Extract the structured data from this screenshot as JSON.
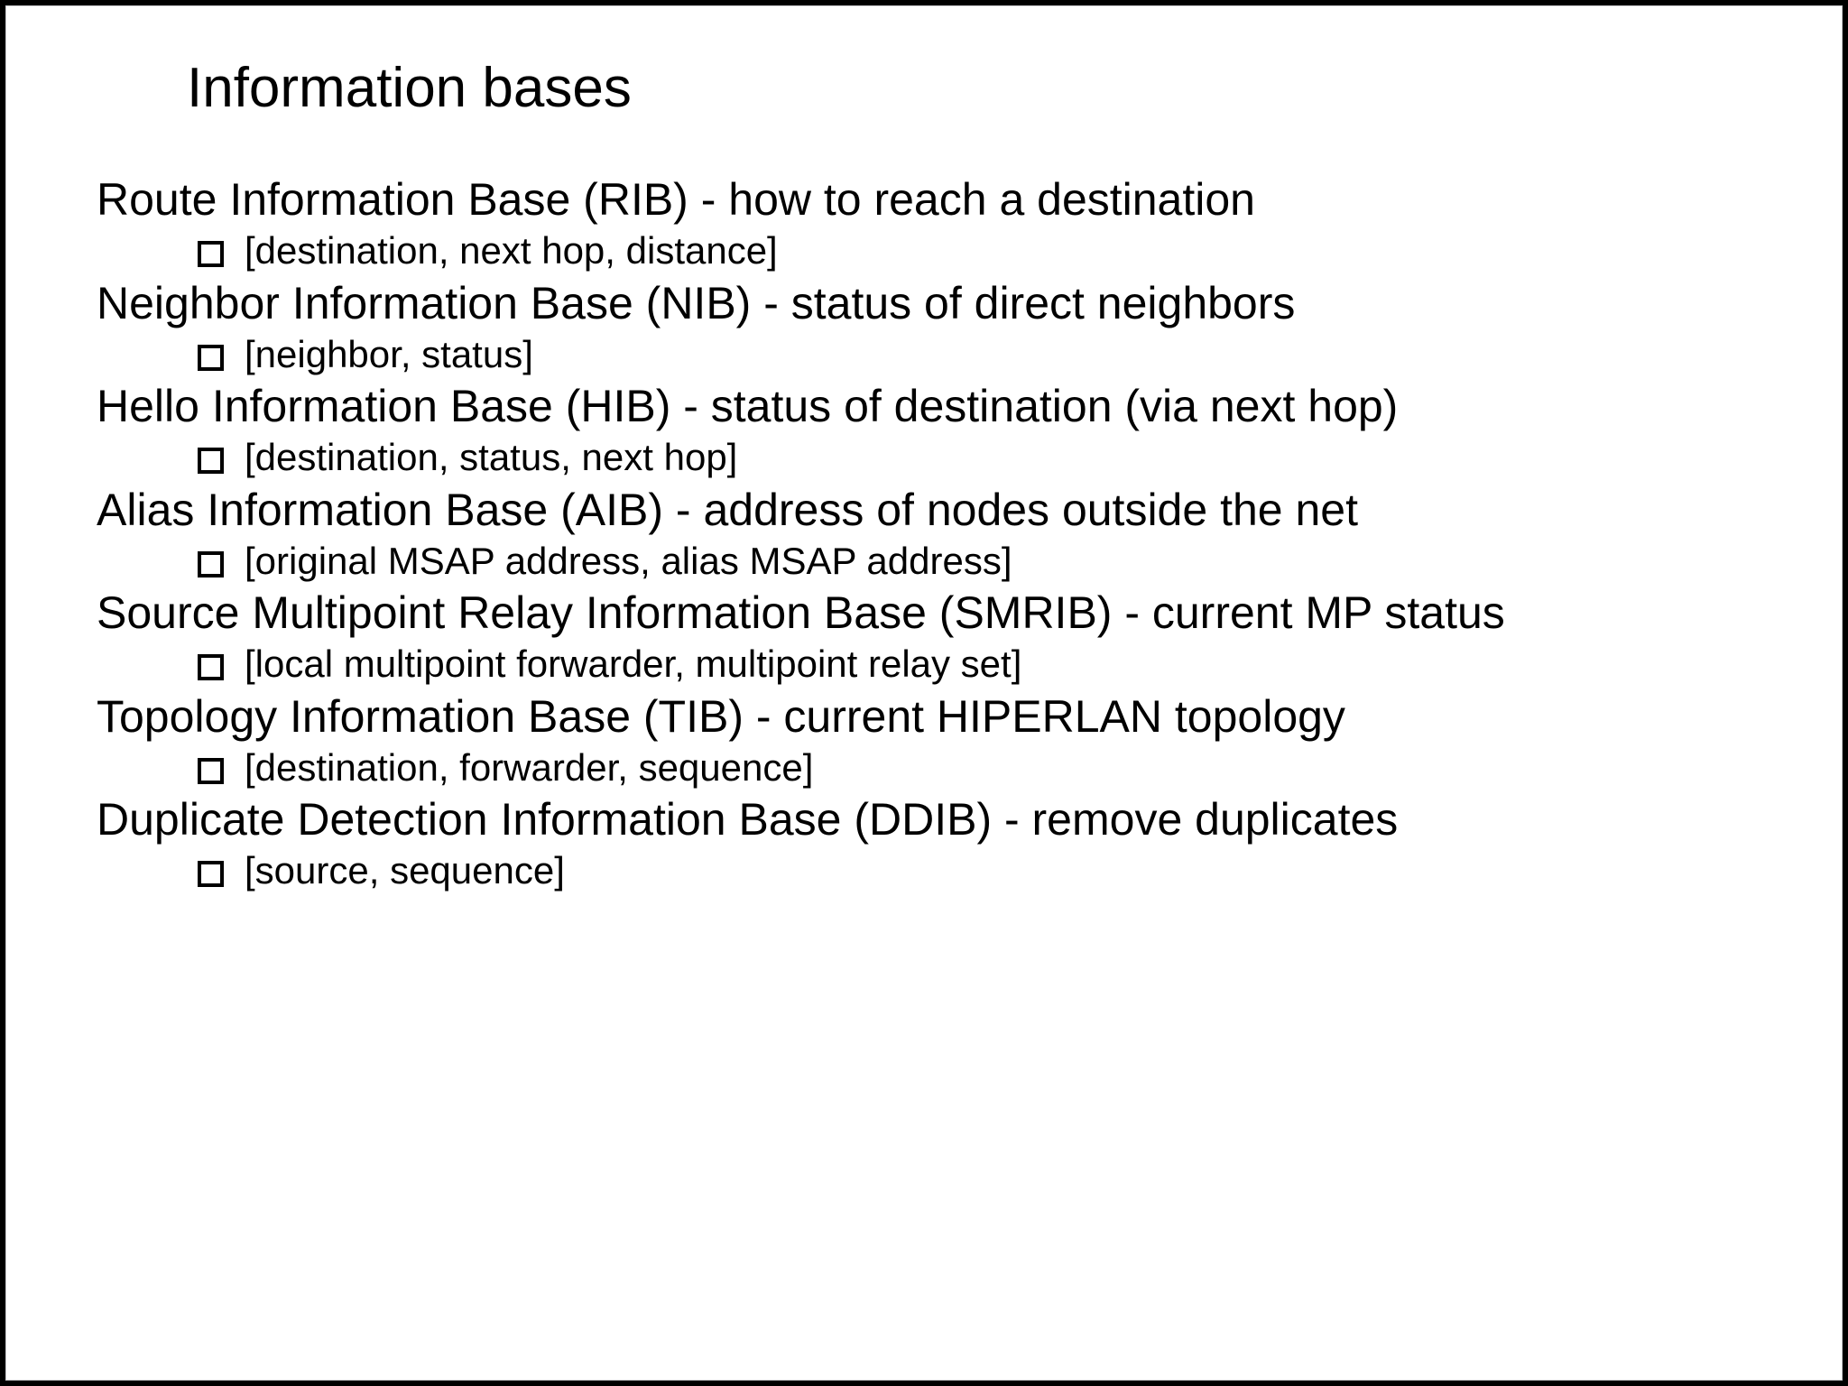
{
  "slide": {
    "title": "Information bases",
    "background_color": "#ffffff",
    "text_color": "#000000",
    "frame_color": "#000000",
    "bullet_icon": "shadowed-square-bullet",
    "items": [
      {
        "level1": "Route Information Base (RIB) - how to reach a destination",
        "level2": "[destination, next hop, distance]"
      },
      {
        "level1": "Neighbor Information Base (NIB) - status of direct neighbors",
        "level2": "[neighbor, status]"
      },
      {
        "level1": "Hello Information Base (HIB) - status of destination (via next hop)",
        "level2": "[destination, status, next hop]"
      },
      {
        "level1": "Alias Information Base (AIB) - address of nodes outside the net",
        "level2": "[original MSAP address, alias MSAP address]"
      },
      {
        "level1": "Source Multipoint Relay Information Base (SMRIB) - current MP status",
        "level2": "[local multipoint forwarder, multipoint relay set]"
      },
      {
        "level1": "Topology Information Base (TIB) - current HIPERLAN topology",
        "level2": "[destination, forwarder, sequence]"
      },
      {
        "level1": "Duplicate Detection Information Base (DDIB) - remove duplicates",
        "level2": "[source, sequence]"
      }
    ]
  }
}
